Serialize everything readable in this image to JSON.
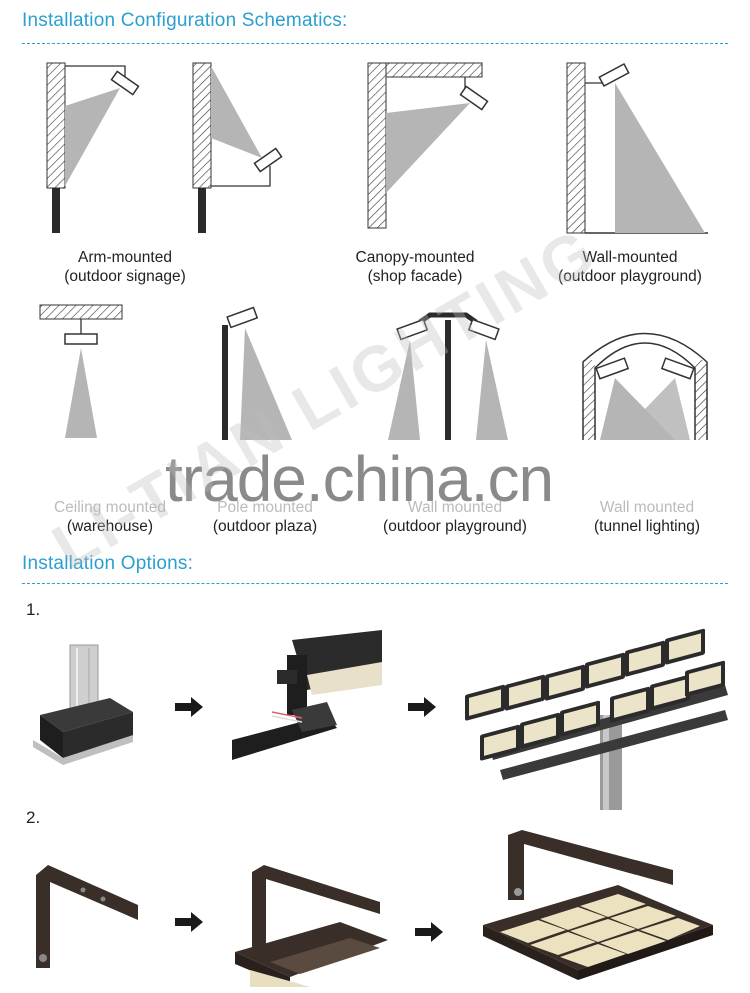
{
  "sections": {
    "schematics_title": "Installation Configuration Schematics:",
    "options_title": "Installation Options:"
  },
  "schematics": [
    {
      "title": "Arm-mounted",
      "subtitle": "(outdoor signage)"
    },
    {
      "title": "Canopy-mounted",
      "subtitle": "(shop facade)"
    },
    {
      "title": "Wall-mounted",
      "subtitle": "(outdoor playground)"
    },
    {
      "title": "Ceiling mounted",
      "subtitle": "(warehouse)"
    },
    {
      "title": "Pole mounted",
      "subtitle": "(outdoor plaza)"
    },
    {
      "title": "Wall mounted",
      "subtitle": "(outdoor playground)"
    },
    {
      "title": "Wall mounted",
      "subtitle": "(tunnel lighting)"
    }
  ],
  "options": [
    {
      "number": "1."
    },
    {
      "number": "2."
    }
  ],
  "watermark": {
    "brand": "LI-TIAN LIGHTING",
    "site": "trade.china.cn"
  },
  "colors": {
    "accent": "#2a9fd0",
    "beam": "#b5b5b5",
    "fixture": "#2b2b2b"
  }
}
